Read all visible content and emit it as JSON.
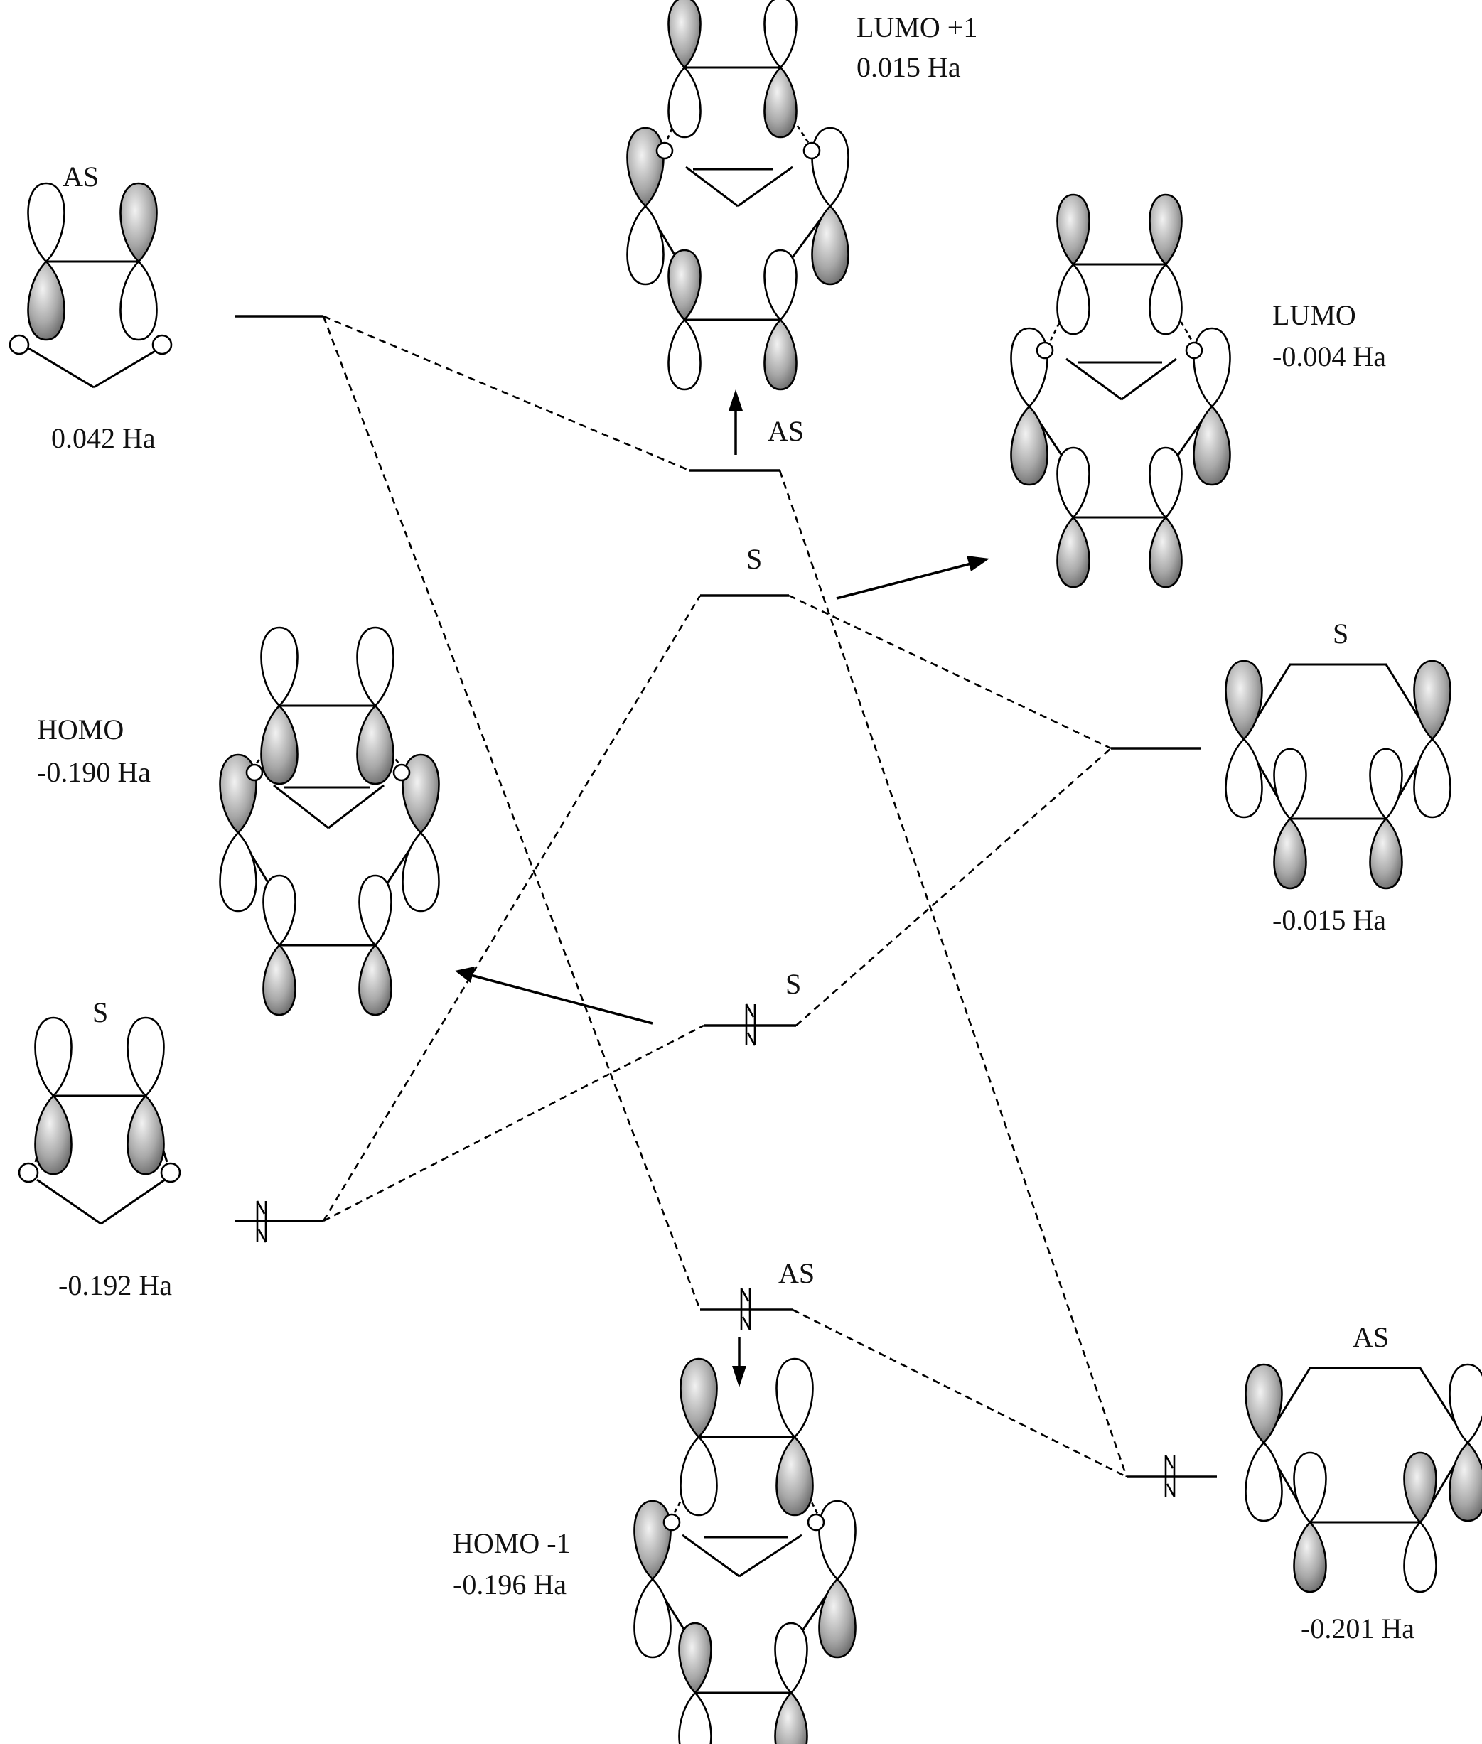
{
  "labels": {
    "lumo_plus1_name": "LUMO +1",
    "lumo_plus1_energy": "0.015 Ha",
    "lumo_name": "LUMO",
    "lumo_energy": "-0.004 Ha",
    "homo_name": "HOMO",
    "homo_energy": "-0.190 Ha",
    "homo_minus1_name": "HOMO -1",
    "homo_minus1_energy": "-0.196 Ha",
    "left_upper_symmetry": "AS",
    "left_upper_energy": "0.042 Ha",
    "left_lower_symmetry": "S",
    "left_lower_energy": "-0.192 Ha",
    "right_upper_symmetry": "S",
    "right_upper_energy": "-0.015 Ha",
    "right_lower_symmetry": "AS",
    "right_lower_energy": "-0.201 Ha",
    "center_level1_symmetry": "AS",
    "center_level2_symmetry": "S",
    "center_level3_symmetry": "S",
    "center_level4_symmetry": "AS"
  },
  "levels": [
    {
      "id": "left-upper",
      "energy_ha": 0.042,
      "symmetry": "AS",
      "occupied": false
    },
    {
      "id": "left-lower",
      "energy_ha": -0.192,
      "symmetry": "S",
      "occupied": true
    },
    {
      "id": "center-1",
      "energy_ha": 0.015,
      "symmetry": "AS",
      "occupied": false
    },
    {
      "id": "center-2",
      "energy_ha": -0.004,
      "symmetry": "S",
      "occupied": false
    },
    {
      "id": "center-3",
      "energy_ha": -0.19,
      "symmetry": "S",
      "occupied": true
    },
    {
      "id": "center-4",
      "energy_ha": -0.196,
      "symmetry": "AS",
      "occupied": true
    },
    {
      "id": "right-upper",
      "energy_ha": -0.015,
      "symmetry": "S",
      "occupied": false
    },
    {
      "id": "right-lower",
      "energy_ha": -0.201,
      "symmetry": "AS",
      "occupied": true
    }
  ]
}
